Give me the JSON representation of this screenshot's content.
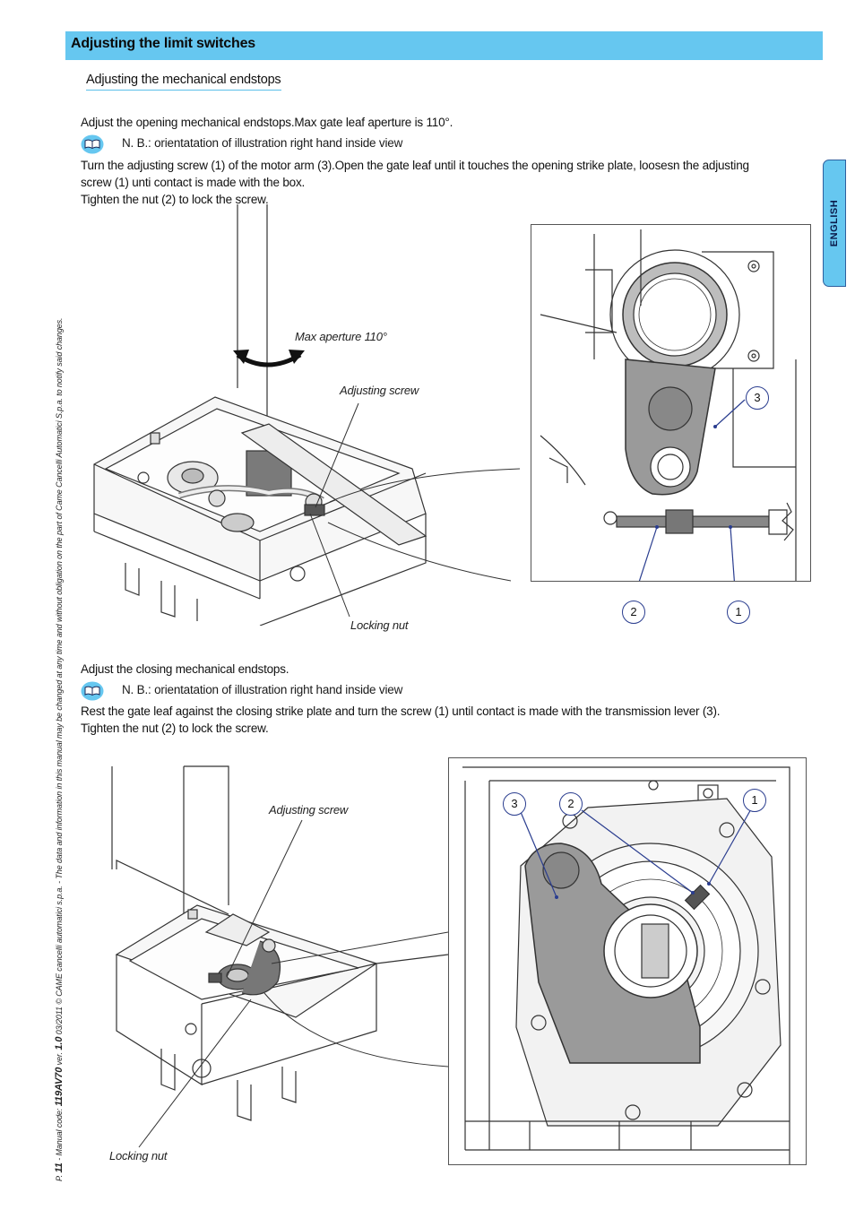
{
  "header": {
    "title": "Adjusting the limit switches"
  },
  "subheading": "Adjusting the mechanical endstops",
  "section1": {
    "intro": "Adjust the opening mechanical endstops.Max gate leaf aperture is 110°.",
    "note": "N. B.: orientatation of illustration right hand inside view",
    "instruction_line1": "Turn the adjusting screw (1) of the motor arm (3).Open the gate leaf until it touches the opening strike plate, loosesn the adjusting",
    "instruction_line2": "screw (1) unti contact is made with the box.",
    "instruction_line3": "Tighten the nut (2) to lock the screw.",
    "figure": {
      "label_aperture": "Max aperture 110°",
      "label_screw": "Adjusting screw",
      "label_nut": "Locking nut",
      "callout_1": "1",
      "callout_2": "2",
      "callout_3": "3"
    }
  },
  "section2": {
    "intro": "Adjust the closing mechanical endstops.",
    "note": "N. B.: orientatation of illustration right hand inside view",
    "instruction_line1": "Rest the gate leaf against the closing strike plate and turn the screw (1) until contact is made with the transmission lever (3).",
    "instruction_line2": "Tighten the nut (2) to lock the screw.",
    "figure": {
      "label_screw": "Adjusting screw",
      "label_nut": "Locking nut",
      "callout_1": "1",
      "callout_2": "2",
      "callout_3": "3"
    }
  },
  "language_tab": "ENGLISH",
  "footer": {
    "page_prefix": "P.",
    "page_number": "11",
    "code_prefix": " - Manual code: ",
    "manual_code": "119AV70",
    "ver_prefix": " ver. ",
    "version": "1.0",
    "disclaimer": " 03/2011 © CAME cancelli automatici s.p.a. - The data and information in this manual may be changed at any time and without obligation on the part of Came Cancelli Automatici S.p.a. to notify said changes."
  },
  "colors": {
    "accent": "#66c7f0",
    "callout_border": "#2a3d8f",
    "lever_gray": "#9a9a9a"
  }
}
